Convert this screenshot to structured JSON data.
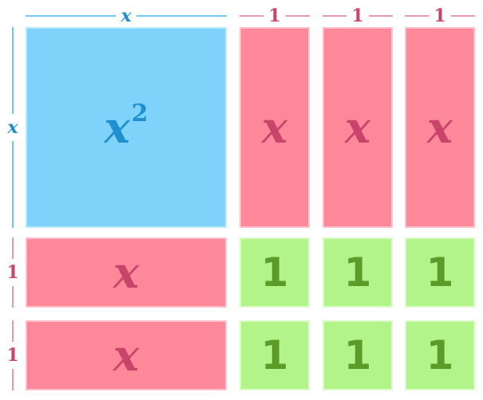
{
  "dimensions": {
    "top": [
      "x",
      "1",
      "1",
      "1"
    ],
    "left": [
      "x",
      "1",
      "1"
    ]
  },
  "tiles": {
    "x_squared": {
      "base": "x",
      "exp": "2"
    },
    "x_label": "x",
    "one_label": "1"
  },
  "colors": {
    "x_squared_tile": "#7fd3fb",
    "x_tile": "#fc8899",
    "unit_tile": "#b3f48a"
  }
}
